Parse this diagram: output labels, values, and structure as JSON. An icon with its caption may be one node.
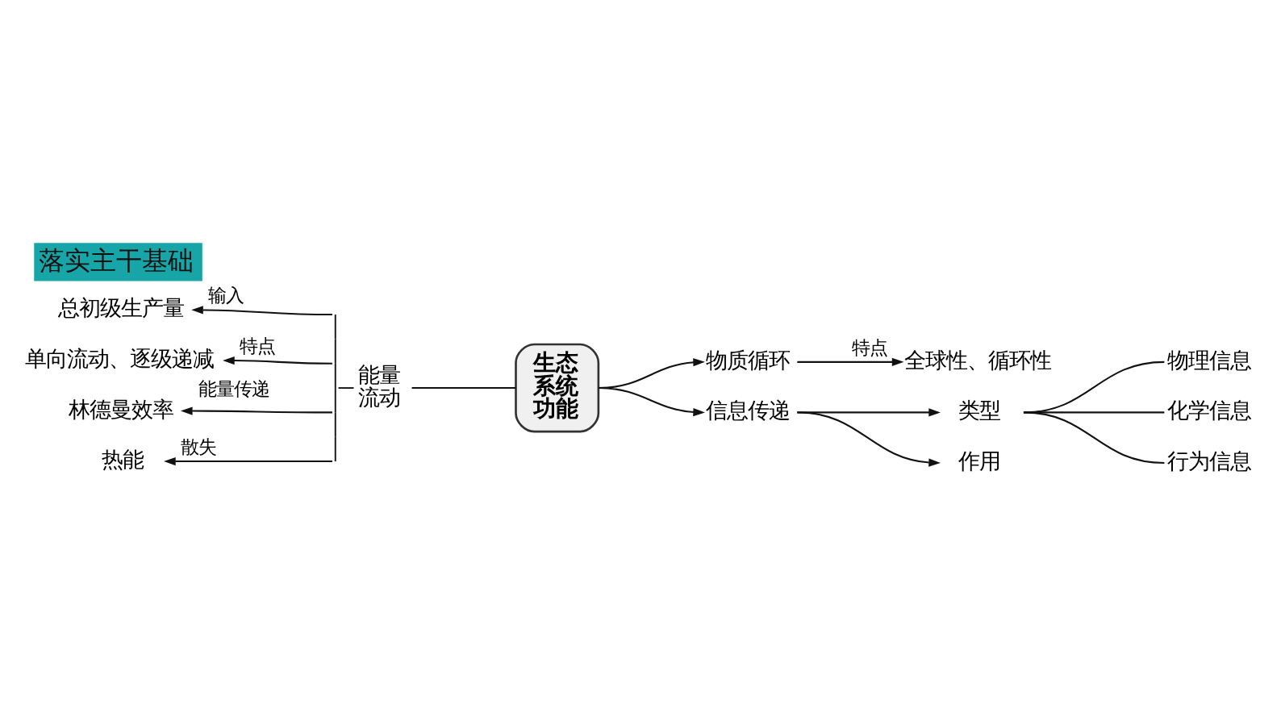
{
  "diagram": {
    "title": "落实主干基础",
    "nodes": [
      {
        "text": [
          "总初级生产量"
        ]
      },
      {
        "text": [
          "单向流动、逐级递减"
        ]
      },
      {
        "text": [
          "林德曼效率"
        ]
      },
      {
        "text": [
          "热能"
        ]
      },
      {
        "text": [
          "能量流动"
        ]
      },
      {
        "text": [
          "生态系统功能"
        ]
      },
      {
        "text": [
          "物质循环"
        ]
      },
      {
        "text": [
          "全球性、循环性"
        ]
      },
      {
        "text": [
          "信息传递"
        ]
      },
      {
        "text": [
          "类型"
        ]
      },
      {
        "text": [
          "物理信息"
        ]
      },
      {
        "text": [
          "化学信息"
        ]
      },
      {
        "text": [
          "行为信息"
        ]
      },
      {
        "text": [
          "作用"
        ]
      }
    ],
    "edges": [
      {
        "from": 4,
        "to": 0,
        "arrow": "to",
        "label": "输入"
      },
      {
        "from": 4,
        "to": 1,
        "arrow": "to",
        "label": "特点"
      },
      {
        "from": 4,
        "to": 2,
        "arrow": "to",
        "label": "能量传递"
      },
      {
        "from": 4,
        "to": 3,
        "arrow": "to",
        "label": "散失"
      },
      {
        "from": 4,
        "to": 5,
        "arrow": "none"
      },
      {
        "from": 5,
        "to": 6,
        "arrow": "to"
      },
      {
        "from": 5,
        "to": 8,
        "arrow": "to"
      },
      {
        "from": 6,
        "to": 7,
        "arrow": "to",
        "label": "特点"
      },
      {
        "from": 8,
        "to": 9,
        "arrow": "to"
      },
      {
        "from": 8,
        "to": 13,
        "arrow": "to"
      },
      {
        "from": 9,
        "to": 10,
        "arrow": "none"
      },
      {
        "from": 9,
        "to": 11,
        "arrow": "none"
      },
      {
        "from": 9,
        "to": 12,
        "arrow": "none"
      }
    ]
  }
}
